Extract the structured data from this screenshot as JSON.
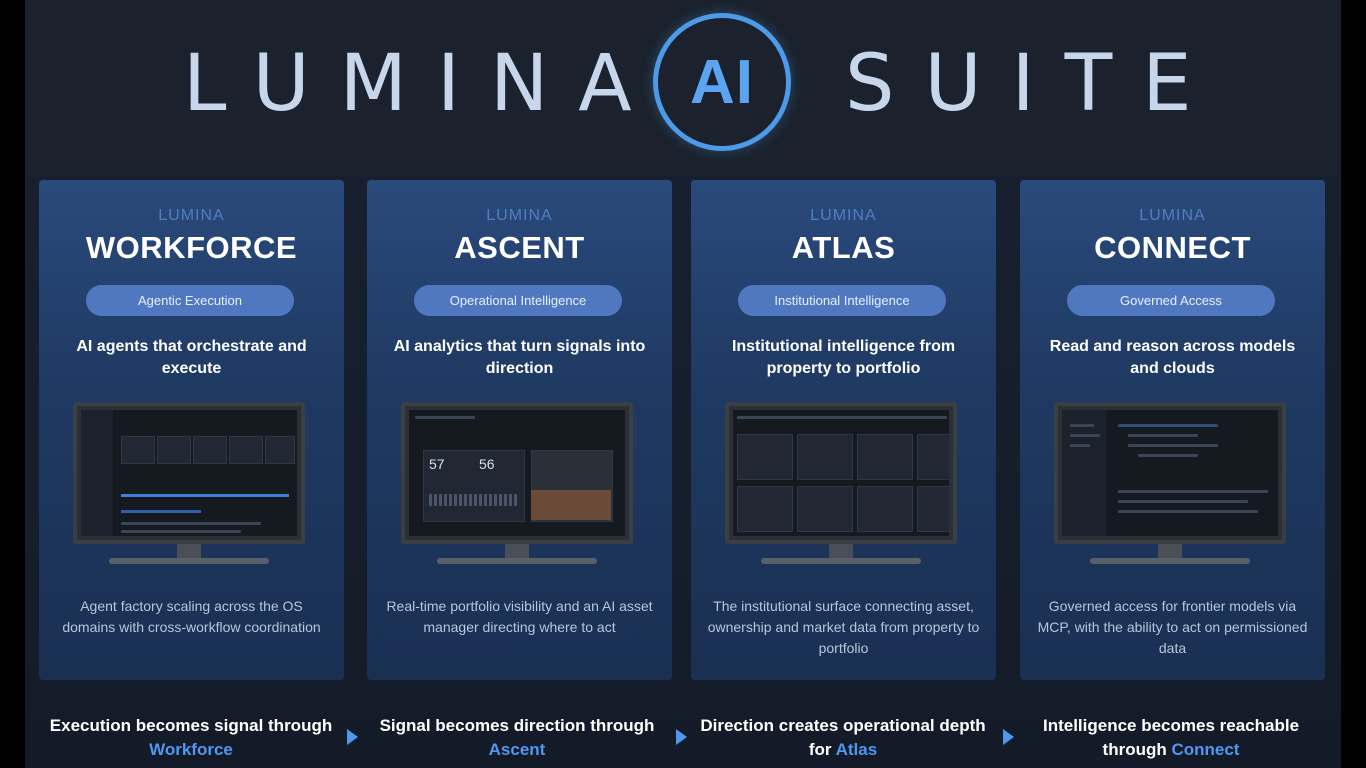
{
  "header": {
    "left_word": "LUMINA",
    "center_mark": "AI",
    "right_word": "SUITE"
  },
  "cards": [
    {
      "brand": "LUMINA",
      "name": "WORKFORCE",
      "pill": "Agentic Execution",
      "tagline": "AI agents that orchestrate and execute",
      "description": "Agent factory scaling across the OS domains with cross-workflow coordination"
    },
    {
      "brand": "LUMINA",
      "name": "ASCENT",
      "pill": "Operational Intelligence",
      "tagline": "AI analytics that turn signals into direction",
      "description": "Real-time portfolio visibility and an AI asset manager directing where to act",
      "screen_numbers": [
        "57",
        "56"
      ]
    },
    {
      "brand": "LUMINA",
      "name": "ATLAS",
      "pill": "Institutional Intelligence",
      "tagline": "Institutional intelligence from property to portfolio",
      "description": "The institutional surface connecting asset, ownership and market data from property to portfolio"
    },
    {
      "brand": "LUMINA",
      "name": "CONNECT",
      "pill": "Governed Access",
      "tagline": "Read and reason across models and clouds",
      "description": "Governed access for frontier models via MCP, with the ability to act on permissioned data"
    }
  ],
  "flow": [
    {
      "text_before": "Execution becomes signal through ",
      "highlight": "Workforce"
    },
    {
      "text_before": "Signal becomes direction through ",
      "highlight": "Ascent"
    },
    {
      "text_before": "Direction creates operational depth for ",
      "highlight": "Atlas"
    },
    {
      "text_before": "Intelligence becomes reachable through ",
      "highlight": "Connect"
    }
  ],
  "colors": {
    "accent": "#4f97f0",
    "card_top": "#2a4a7c",
    "pill": "#4f78c0",
    "background": "#1b222d"
  }
}
